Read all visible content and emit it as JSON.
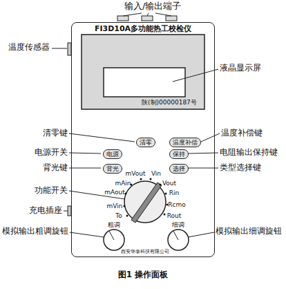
{
  "diagram": {
    "caption": "图1 操作面板",
    "nodes": [
      {
        "text": [
          "FI3D10A多功能热工校检仪"
        ]
      },
      {
        "text": [
          "清零"
        ],
        "in": 0
      },
      {
        "text": [
          "温度补偿"
        ],
        "in": 0
      },
      {
        "text": [
          "电源"
        ],
        "in": 0
      },
      {
        "text": [
          "保持"
        ],
        "in": 0
      },
      {
        "text": [
          "背光"
        ],
        "in": 0
      },
      {
        "text": [
          "选择"
        ],
        "in": 0
      }
    ],
    "labels": [
      "输入/输出端子",
      "温度传感器",
      "液晶显示屏",
      "陕(制)00000187号",
      "清零键",
      "温度补偿键",
      "电源开关",
      "电阻输出保持键",
      "背光键",
      "类型选择键",
      "功能开关",
      "充电插座",
      "模拟输出粗调旋钮",
      "模拟输出细调旋钮",
      "mVout",
      "Vin",
      "mAin",
      "Vout",
      "mAout",
      "Rin",
      "mVin",
      "Rcmo",
      "To",
      "Rout",
      "粗调",
      "细调",
      "西安华泰科技有限公司"
    ]
  }
}
